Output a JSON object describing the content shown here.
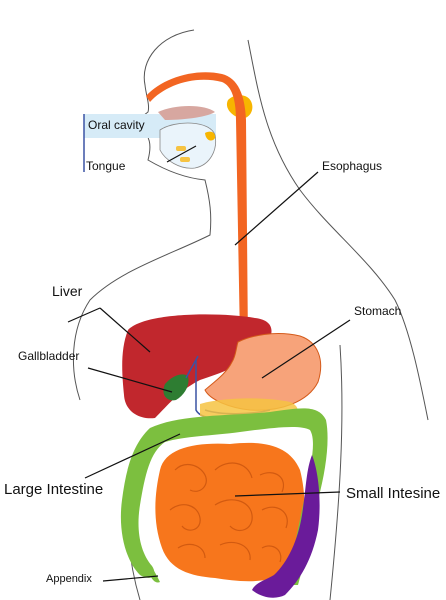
{
  "labels": {
    "oral_cavity": "Oral cavity",
    "tongue": "Tongue",
    "esophagus": "Esophagus",
    "liver": "Liver",
    "stomach": "Stomach",
    "gallbladder": "Gallbladder",
    "large_intestine": "Large Intestine",
    "small_intestine": "Small Intesine",
    "appendix": "Appendix"
  },
  "colors": {
    "esophagus": "#f26522",
    "stomach": "#f7a37a",
    "liver": "#c1272d",
    "gallbladder": "#2e7d32",
    "large_intestine": "#7cbf3f",
    "small_intestine": "#f7761c",
    "rectum": "#6a1b9a",
    "pancreas": "#f6c342",
    "salivary": "#f7b500",
    "tongue": "#d7a7a0",
    "oral_cavity_box": "#d6ebf7",
    "outline": "#555555"
  }
}
